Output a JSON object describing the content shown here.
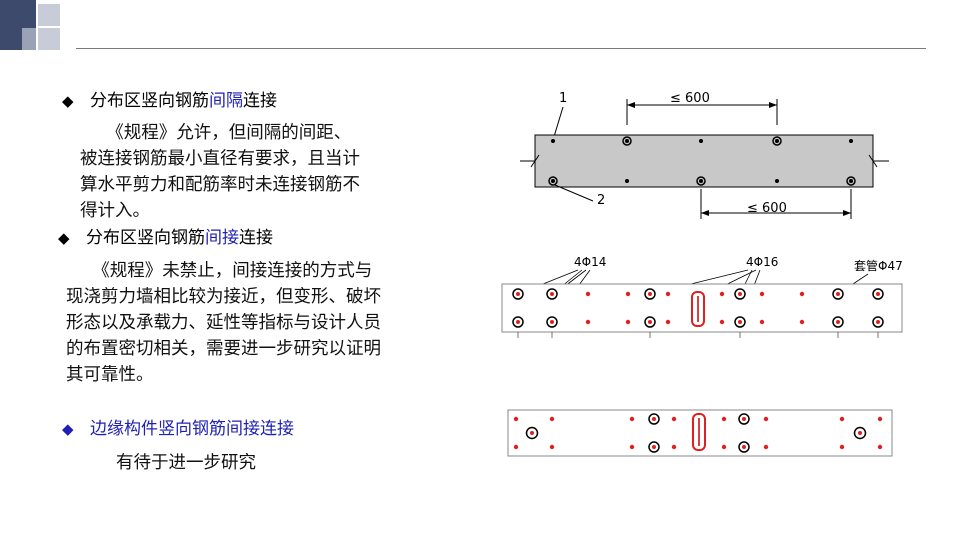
{
  "bullets": [
    {
      "prefix": "分布区竖向钢筋",
      "highlight": "间隔",
      "suffix": "连接"
    },
    {
      "prefix": "分布区竖向钢筋",
      "highlight": "间接",
      "suffix": "连接"
    },
    {
      "prefix": "",
      "highlight": "边缘构件竖向钢筋间接连接",
      "suffix": ""
    }
  ],
  "paragraphs": {
    "p1": [
      "　　《规程》允许，但间隔的间距、",
      "被连接钢筋最小直径有要求，且当计",
      "算水平剪力和配筋率时未连接钢筋不",
      "得计入。"
    ],
    "p2": [
      "　　《规程》未禁止，间接连接的方式与",
      "现浇剪力墙相比较为接近，但变形、破坏",
      "形态以及承载力、延性等指标与设计人员",
      "的布置密切相关，需要进一步研究以证明",
      "其可靠性。"
    ],
    "p3": "有待于进一步研究"
  },
  "figure1": {
    "label_1": "1",
    "label_2": "2",
    "dim_top": "≤ 600",
    "dim_bottom": "≤ 600"
  },
  "figure2": {
    "label_a": "4Φ14",
    "label_b": "4Φ16",
    "label_c": "套管Φ47"
  },
  "colors": {
    "accent_dark": "#3d4a6b",
    "accent_light": "#c8ccd8",
    "highlight": "#1f1fb4",
    "rebar_red": "#e02020"
  }
}
